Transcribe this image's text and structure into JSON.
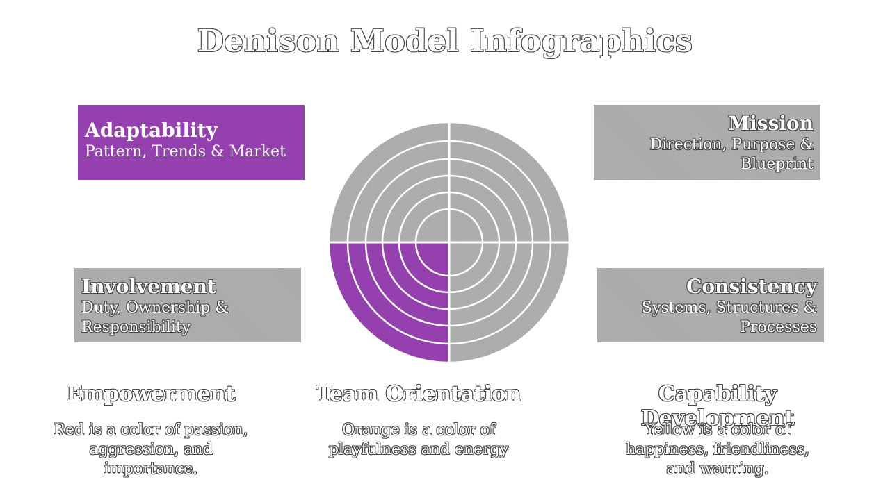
{
  "title": "Denison Model Infographics",
  "colors": {
    "accent": "#9440ae",
    "panel_gray": "#a9a9a9",
    "ring_lines": "#ffffff"
  },
  "boxes": {
    "adaptability": {
      "heading": "Adaptability",
      "text": "Pattern, Trends & Market"
    },
    "mission": {
      "heading": "Mission",
      "text": "Direction, Purpose & Blueprint"
    },
    "involvement": {
      "heading": "Involvement",
      "text": "Duty, Ownership & Responsibility"
    },
    "consistency": {
      "heading": "Consistency",
      "text": "Systems, Structures & Processes"
    }
  },
  "columns": [
    {
      "heading": "Empowerment",
      "text": "Red is a color of passion, aggression, and importance."
    },
    {
      "heading": "Team Orientation",
      "text": "Orange is a color of playfulness and energy"
    },
    {
      "heading": "Capability Development",
      "text": "Yellow is a color of happiness, friendliness, and warning."
    }
  ]
}
